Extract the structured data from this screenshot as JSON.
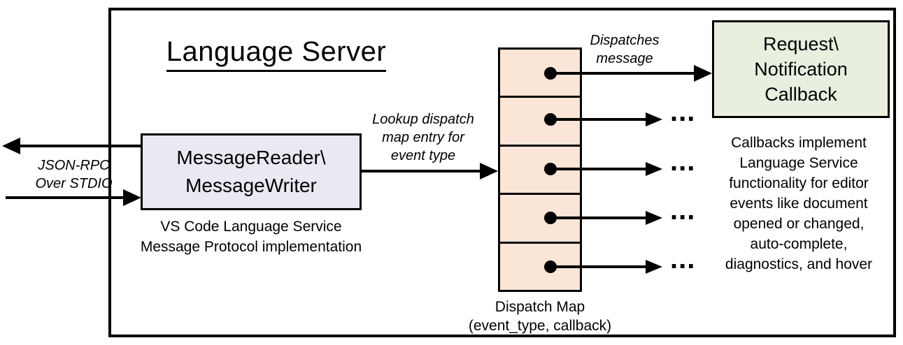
{
  "diagram": {
    "title": "Language Server",
    "colors": {
      "reader_box_fill": "#eae8f1",
      "dispatch_cell_fill": "#fbe5d6",
      "callback_box_fill": "#e8efdf",
      "line_color": "#000000"
    },
    "stdio_label": [
      "JSON-RPC",
      "Over STDIO"
    ],
    "reader_box": {
      "label": [
        "MessageReader\\",
        "MessageWriter"
      ],
      "caption": [
        "VS Code Language Service",
        "Message Protocol implementation"
      ]
    },
    "lookup_label": [
      "Lookup dispatch",
      "map entry for",
      "event type"
    ],
    "dispatches_label": [
      "Dispatches",
      "message"
    ],
    "dispatch_map": {
      "row_count": 5,
      "ellipsis": "...",
      "caption": [
        "Dispatch Map",
        "(event_type, callback)"
      ]
    },
    "callback_box": {
      "label": [
        "Request\\",
        "Notification",
        "Callback"
      ]
    },
    "callbacks_note": [
      "Callbacks implement",
      "Language Service",
      "functionality for editor",
      "events like document",
      "opened or changed,",
      "auto-complete,",
      "diagnostics, and hover"
    ]
  }
}
